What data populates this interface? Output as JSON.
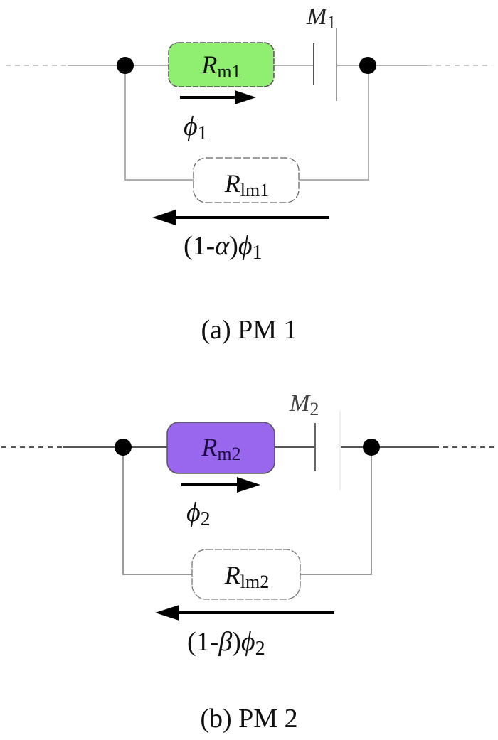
{
  "figure": {
    "panels": [
      {
        "id": "a",
        "caption": "(a) PM 1",
        "source_label": "M",
        "source_sub": "1",
        "main_resistor": {
          "symbol": "R",
          "sub": "m1",
          "fill": "#90ee70",
          "stroke": "#555555"
        },
        "leak_resistor": {
          "symbol": "R",
          "sub": "lm1",
          "fill": "#ffffff",
          "stroke": "#666666"
        },
        "forward_flux": {
          "symbol": "ϕ",
          "sub": "1",
          "direction": "right"
        },
        "leak_flux": {
          "prefix": "(1-",
          "coef": "α",
          "mid": ")",
          "symbol": "ϕ",
          "sub": "1",
          "direction": "left"
        },
        "wire_color": "#b0b0b0"
      },
      {
        "id": "b",
        "caption": "(b) PM 2",
        "source_label": "M",
        "source_sub": "2",
        "main_resistor": {
          "symbol": "R",
          "sub": "m2",
          "fill": "#9966ee",
          "stroke": "#555555"
        },
        "leak_resistor": {
          "symbol": "R",
          "sub": "lm2",
          "fill": "#ffffff",
          "stroke": "#777777"
        },
        "forward_flux": {
          "symbol": "ϕ",
          "sub": "2",
          "direction": "right"
        },
        "leak_flux": {
          "prefix": "(1-",
          "coef": "β",
          "mid": ")",
          "symbol": "ϕ",
          "sub": "2",
          "direction": "left"
        },
        "wire_color": "#555555"
      }
    ]
  }
}
